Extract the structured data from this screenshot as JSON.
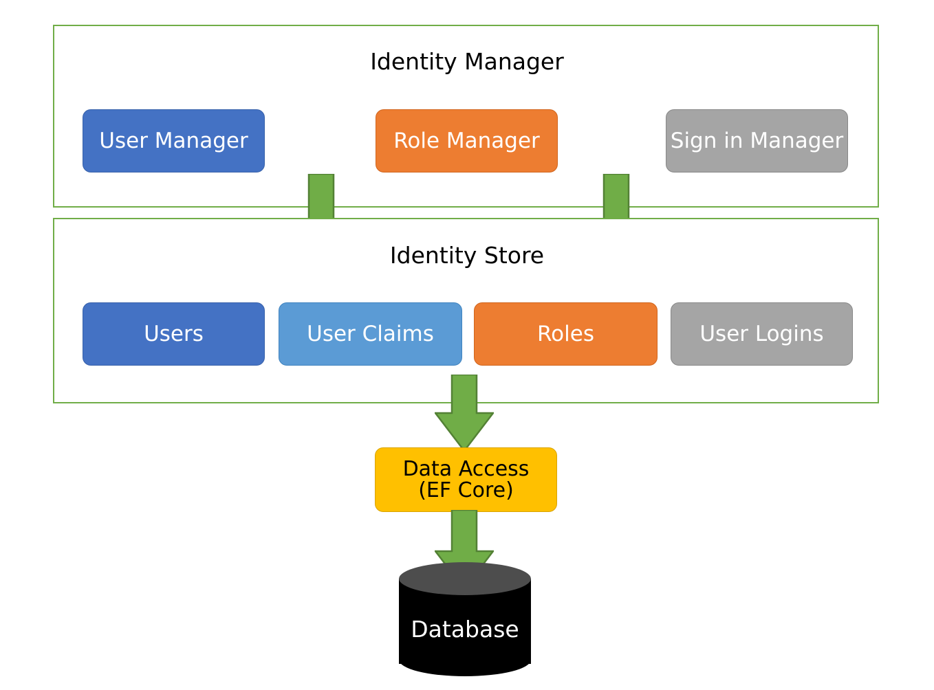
{
  "diagram": {
    "title_visible": false,
    "background": "#ffffff",
    "palette": {
      "container_border": "#70AD47",
      "arrow_fill": "#70AD47",
      "arrow_stroke": "#538135",
      "blue": "#4472C4",
      "light_blue": "#5B9BD5",
      "orange": "#ED7D31",
      "grey": "#A5A5A5",
      "amber": "#FFC000",
      "database_body": "#000000",
      "database_top": "#4D4D4D",
      "text_light": "#FFFFFF",
      "text_dark": "#000000"
    }
  },
  "identity_manager": {
    "title": "Identity Manager",
    "nodes": [
      {
        "label": "User Manager",
        "color": "#4472C4"
      },
      {
        "label": "Role Manager",
        "color": "#ED7D31"
      },
      {
        "label": "Sign in Manager",
        "color": "#A5A5A5"
      }
    ]
  },
  "identity_store": {
    "title": "Identity Store",
    "nodes": [
      {
        "label": "Users",
        "color": "#4472C4"
      },
      {
        "label": "User Claims",
        "color": "#5B9BD5"
      },
      {
        "label": "Roles",
        "color": "#ED7D31"
      },
      {
        "label": "User Logins",
        "color": "#A5A5A5"
      }
    ]
  },
  "data_access": {
    "line1": "Data Access",
    "line2": "(EF Core)",
    "color": "#FFC000"
  },
  "database": {
    "label": "Database",
    "color": "#000000"
  },
  "arrows": [
    {
      "name": "user-manager-to-store",
      "direction": "down"
    },
    {
      "name": "role-manager-to-store",
      "direction": "down"
    },
    {
      "name": "store-to-data-access",
      "direction": "down"
    },
    {
      "name": "data-access-to-database",
      "direction": "down"
    }
  ]
}
